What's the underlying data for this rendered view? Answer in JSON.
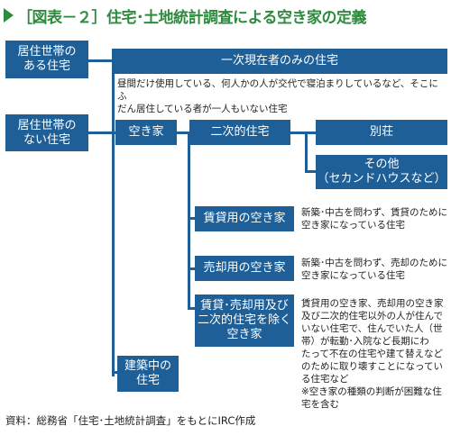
{
  "title": "［図表－２］住宅･土地統計調査による空き家の定義",
  "boxes": {
    "with_residents": "居住世帯の\nある住宅",
    "without_residents": "居住世帯の\nない住宅",
    "temporary_present": "一次現在者のみの住宅",
    "vacant": "空き家",
    "secondary": "二次的住宅",
    "villa": "別荘",
    "other_secondary": "その他\n（セカンドハウスなど）",
    "for_rent": "賃貸用の空き家",
    "for_sale": "売却用の空き家",
    "other_vacant": "賃貸･売却用及び\n二次的住宅を除く\n空き家",
    "under_construction": "建築中の\n住宅"
  },
  "descriptions": {
    "temporary_present": "昼間だけ使用している、何人かの人が交代で寝泊まりしているなど、そこにふ\nだん居住している者が一人もいない住宅",
    "for_rent": "新築･中古を問わず、賃貸のために\n空き家になっている住宅",
    "for_sale": "新築･中古を問わず、売却のために\n空き家になっている住宅",
    "other_vacant": "賃貸用の空き家、売却用の空き家\n及び二次的住宅以外の人が住んで\nいない住宅で、住んでいた人（世\n帯）が転勤･入院など長期にわ\nたって不在の住宅や建て替えなど\nのために取り壊すことになってい\nる住宅など\n※空き家の種類の判断が困難な住\n宅を含む"
  },
  "source": "資料：総務省「住宅･土地統計調査」をもとにIRC作成"
}
